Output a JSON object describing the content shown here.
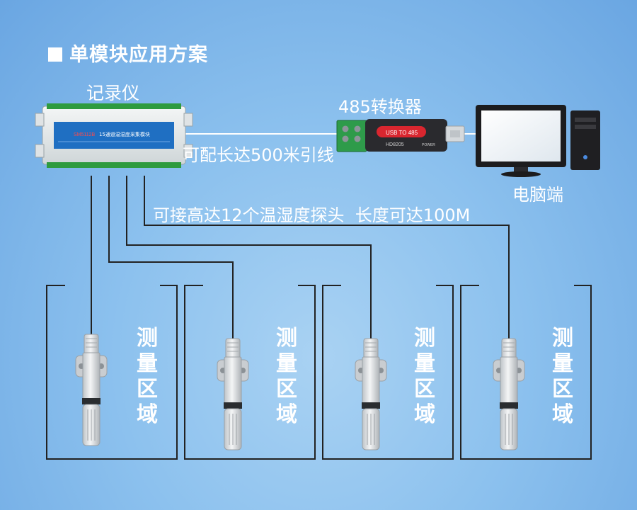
{
  "section_title": "单模块应用方案",
  "labels": {
    "recorder": "记录仪",
    "converter": "485转换器",
    "computer": "电脑端",
    "cable_length": "可配长达500米引线",
    "probes_info": "可接高达12个温湿度探头  长度可达100M"
  },
  "recorder_device": {
    "model": "SM5112B",
    "name": "15通道温湿度采集模块"
  },
  "converter_device": {
    "text": "USB TO 485",
    "model": "HD8205",
    "power": "POWER"
  },
  "zones": [
    {
      "label": "测量区域"
    },
    {
      "label": "测量区域"
    },
    {
      "label": "测量区域"
    },
    {
      "label": "测量区域"
    }
  ],
  "colors": {
    "background": "#8cc1ee",
    "line_dark": "#222222",
    "line_white": "#ffffff",
    "text": "#ffffff"
  }
}
